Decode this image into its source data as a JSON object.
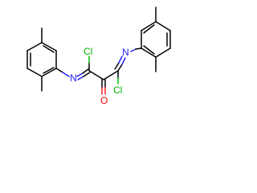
{
  "molecule": {
    "atoms": {
      "cl_left": {
        "symbol": "Cl",
        "color": "#00b000"
      },
      "cl_right": {
        "symbol": "Cl",
        "color": "#00b000"
      },
      "n_left": {
        "symbol": "N",
        "color": "#2020ff"
      },
      "n_right": {
        "symbol": "N",
        "color": "#2020ff"
      },
      "o_center": {
        "symbol": "O",
        "color": "#ff0000"
      }
    }
  }
}
